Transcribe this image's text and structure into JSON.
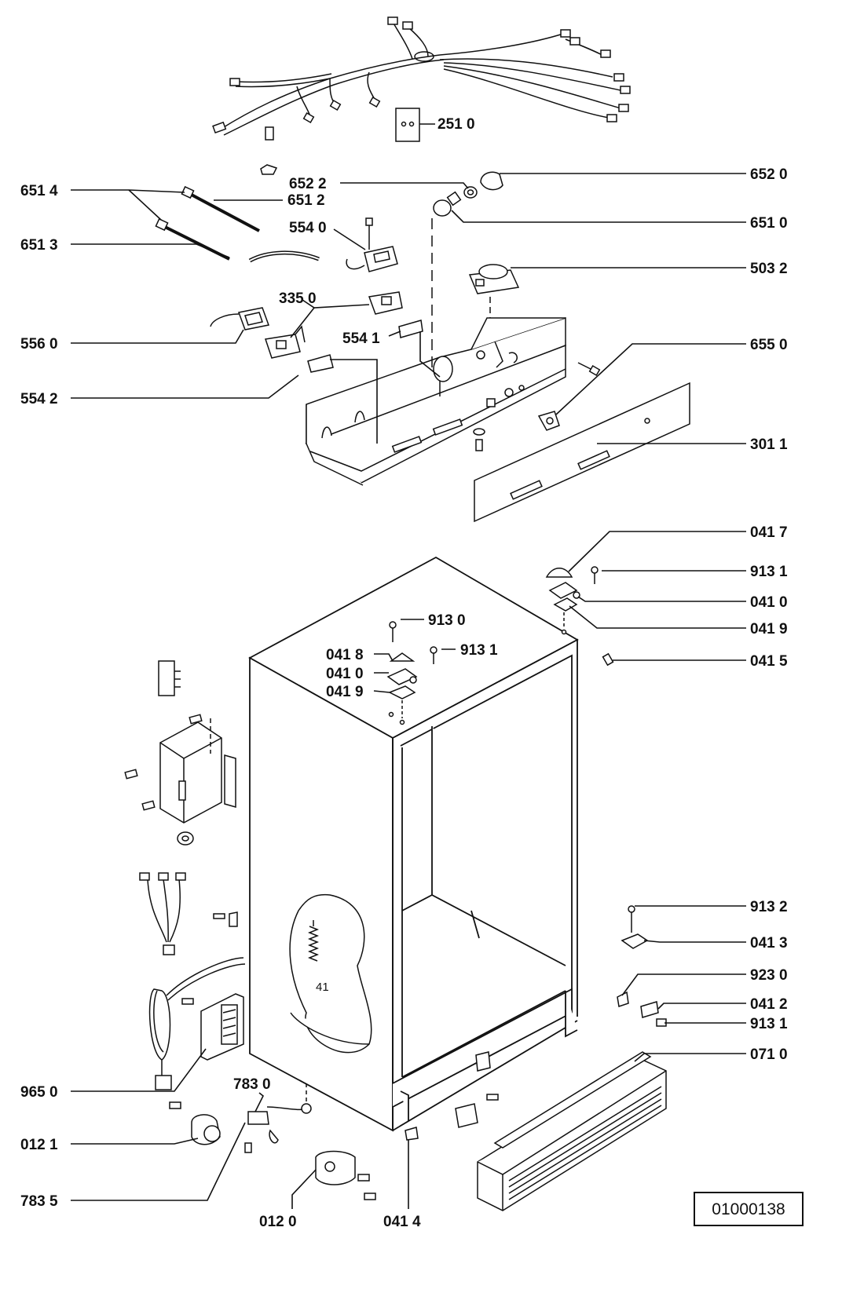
{
  "labels": {
    "p2510": "251 0",
    "p6520": "652 0",
    "p6522": "652 2",
    "p6514": "651 4",
    "p6512": "651 2",
    "p6510": "651 0",
    "p6513": "651 3",
    "p5540": "554 0",
    "p5032": "503 2",
    "p3350": "335 0",
    "p5560": "556 0",
    "p5541": "554 1",
    "p6550": "655 0",
    "p5542": "554 2",
    "p3011": "301 1",
    "p0417": "041 7",
    "p9131a": "913 1",
    "p0410a": "041 0",
    "p0419a": "041 9",
    "p9130": "913 0",
    "p0418": "041 8",
    "p9131b": "913 1",
    "p0410b": "041 0",
    "p0415": "041 5",
    "p0419b": "041 9",
    "p9132": "913 2",
    "p0413": "041 3",
    "p41": "41",
    "p9230": "923 0",
    "p0412": "041 2",
    "p9131c": "913 1",
    "p0710": "071 0",
    "p9650": "965 0",
    "p7830": "783 0",
    "p0121": "012 1",
    "p7835": "783 5",
    "p0120": "012 0",
    "p0414": "041 4"
  },
  "document_code": "01000138",
  "colors": {
    "ink": "#111111",
    "paper": "#ffffff"
  }
}
